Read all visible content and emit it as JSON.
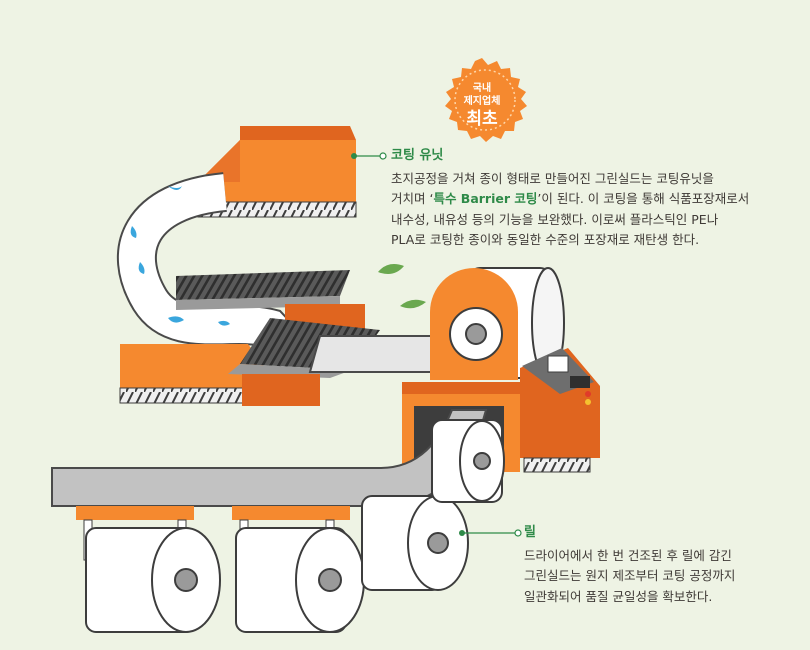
{
  "badge": {
    "line1": "국내",
    "line2": "제지업체",
    "line3": "최초"
  },
  "coating_unit": {
    "title": "코팅 유닛",
    "text_a": "초지공정을 거쳐 종이 형태로 만들어진 그린실드는 코팅유닛을\n거치며 ‘",
    "highlight": "특수 Barrier 코팅",
    "text_b": "’이 된다. 이 코팅을 통해 식품포장재로서\n내수성, 내유성 등의 기능을 보완했다. 이로써 플라스틱인 PE나\nPLA로 코팅한 종이와 동일한 수준의 포장재로 재탄생 한다."
  },
  "reel": {
    "title": "릴",
    "text": "드라이어에서 한 번 건조된 후 릴에 감긴\n그린실드는 원지 제조부터 코팅 공정까지\n일관화되어 품질 균일성을 확보한다."
  },
  "colors": {
    "background": "#eef3e4",
    "orange": "#f5892f",
    "orange_dark": "#e0651f",
    "green": "#2e8a48",
    "belt": "#c2c2c2",
    "drop": "#3aa6dd"
  }
}
